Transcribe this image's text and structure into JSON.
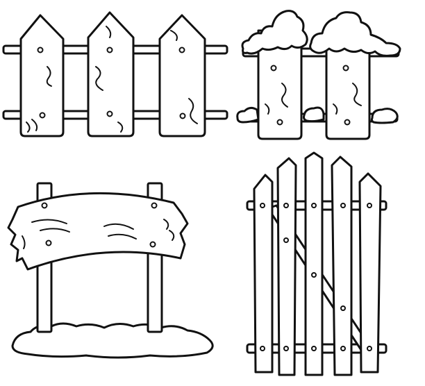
{
  "image": {
    "background": "#ffffff",
    "line_color": "#111111",
    "fill_color": "#ffffff",
    "panels": [
      {
        "id": "picket-fence",
        "depicts": "wooden-picket-fence"
      },
      {
        "id": "snowy-fence",
        "depicts": "wooden-fence-with-snow"
      },
      {
        "id": "signboard",
        "depicts": "wooden-signboard-on-snow"
      },
      {
        "id": "fence-gate",
        "depicts": "wooden-slat-gate"
      }
    ]
  }
}
